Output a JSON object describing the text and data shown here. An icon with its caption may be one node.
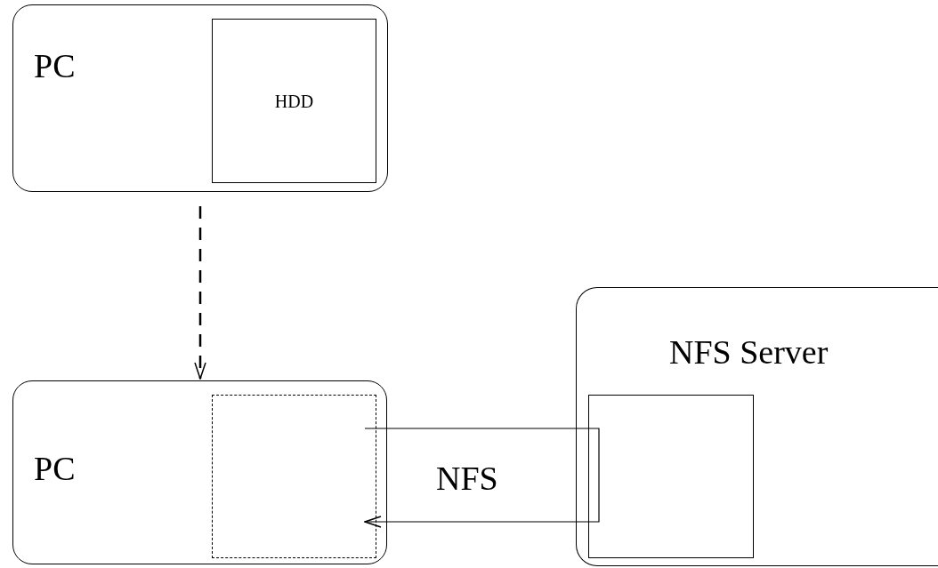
{
  "diagram": {
    "nodes": [
      {
        "text": [
          "PC"
        ]
      },
      {
        "text": [
          "HDD"
        ],
        "in": 0
      },
      {
        "text": [
          "PC"
        ]
      },
      {
        "text": [],
        "shape": "box",
        "in": 2
      },
      {
        "text": [
          "NFS Server"
        ]
      },
      {
        "text": [],
        "shape": "box",
        "in": 4
      }
    ],
    "edges": [
      {
        "from": 0,
        "to": 2,
        "arrow": "to",
        "style": "dashed"
      },
      {
        "from": 3,
        "to": 5,
        "arrow": "none"
      },
      {
        "from": 5,
        "to": 3,
        "arrow": "to"
      }
    ],
    "labels": [
      "NFS"
    ]
  }
}
